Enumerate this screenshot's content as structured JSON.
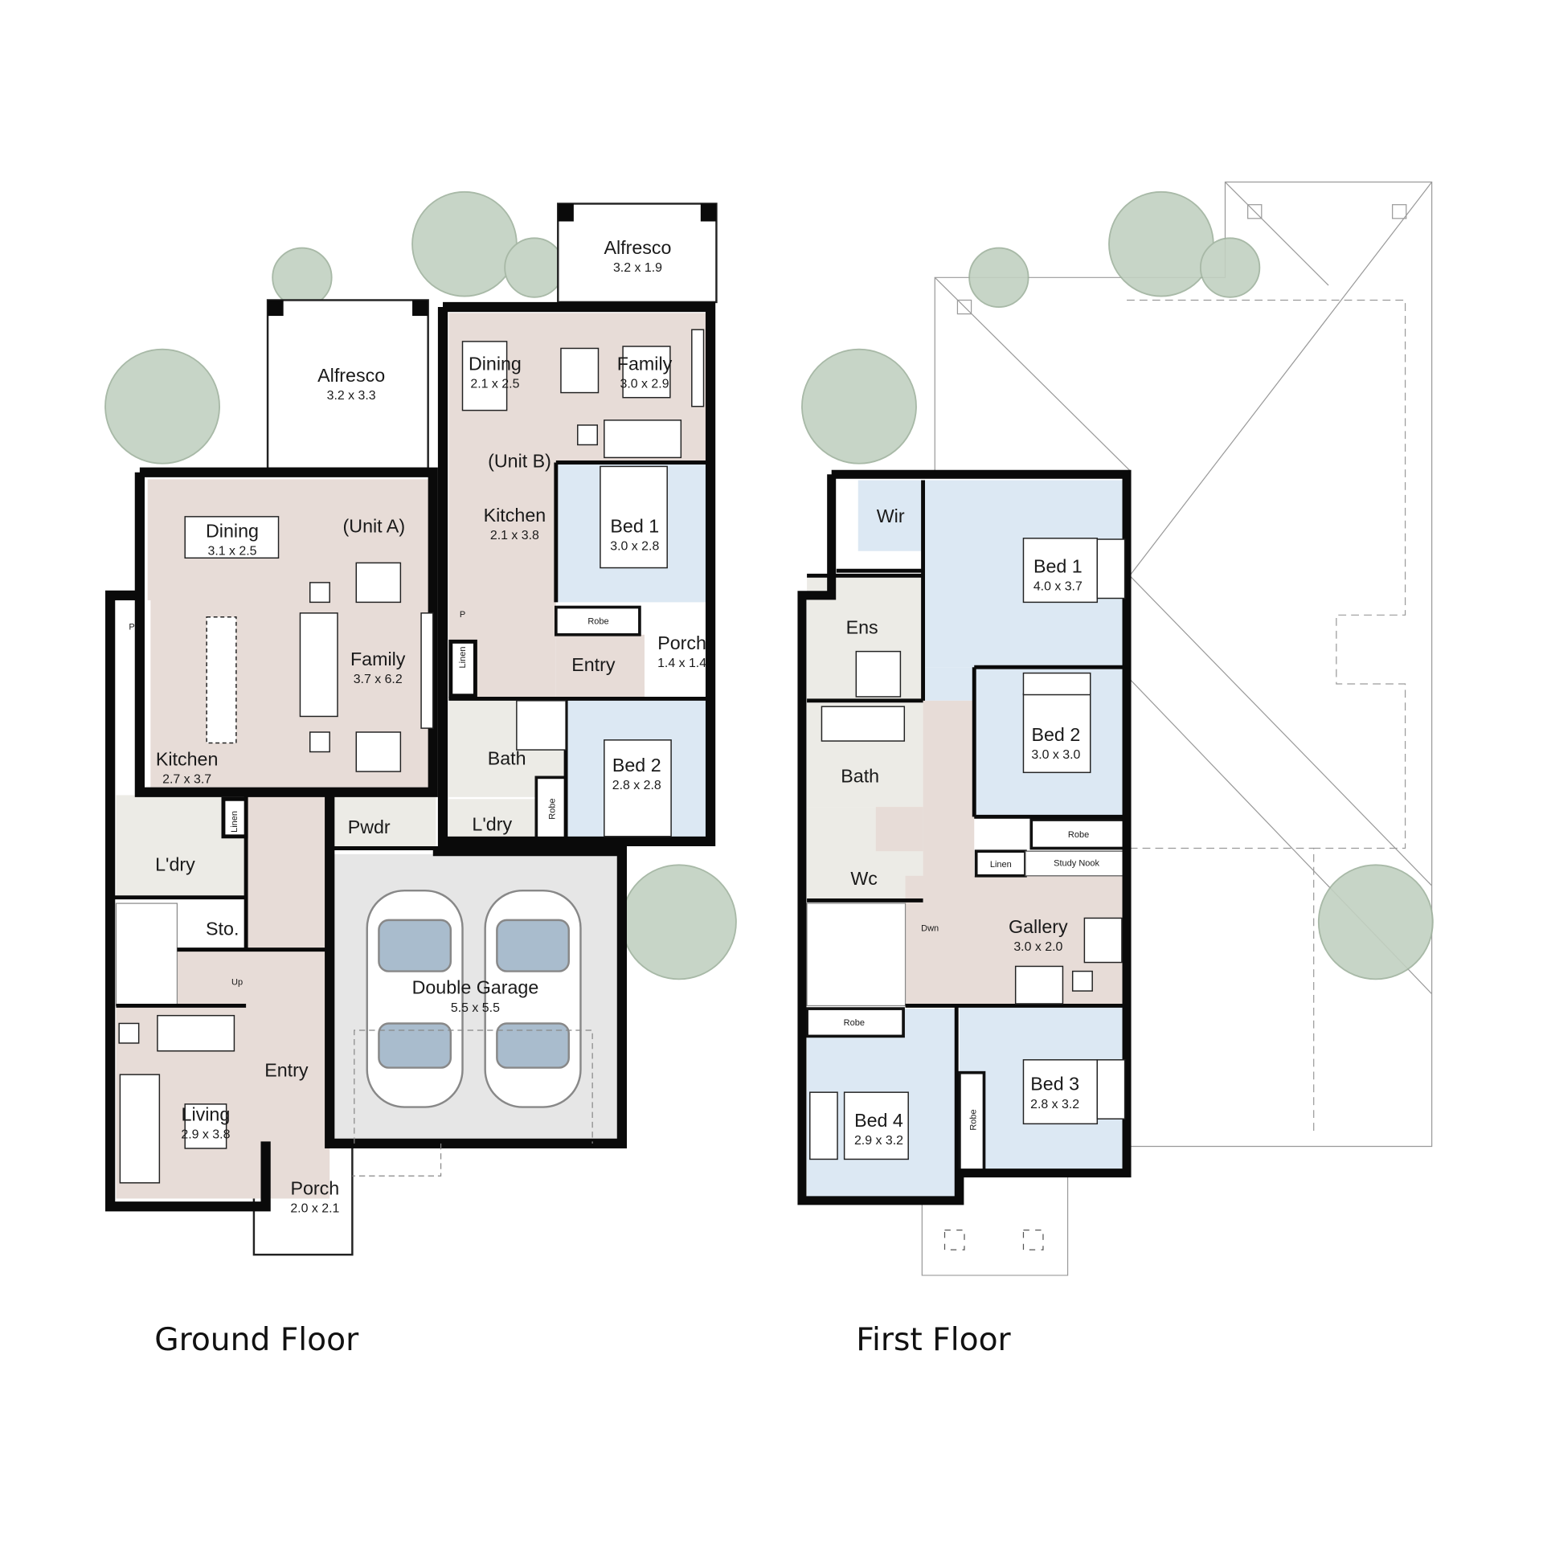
{
  "colors": {
    "living_fill": "#e7dcd7",
    "bedroom_fill": "#dce8f3",
    "wet_area_fill": "#ecebe6",
    "garage_fill": "#e6e6e6",
    "wall": "#0a0a0a",
    "tree": "#b7c8b6"
  },
  "ground_floor": {
    "title": "Ground Floor",
    "rooms": [
      {
        "name": "Alfresco",
        "size": "3.2 x 3.3"
      },
      {
        "name": "Alfresco",
        "size": "3.2 x 1.9"
      },
      {
        "name": "Dining",
        "size": "3.1 x 2.5"
      },
      {
        "name": "(Unit A)"
      },
      {
        "name": "Family",
        "size": "3.7 x 6.2"
      },
      {
        "name": "Kitchen",
        "size": "2.7 x 3.7"
      },
      {
        "name": "Dining",
        "size": "2.1 x 2.5"
      },
      {
        "name": "Family",
        "size": "3.0 x 2.9"
      },
      {
        "name": "(Unit B)"
      },
      {
        "name": "Kitchen",
        "size": "2.1 x 3.8"
      },
      {
        "name": "Bed 1",
        "size": "3.0 x 2.8"
      },
      {
        "name": "Porch",
        "size": "1.4 x 1.4"
      },
      {
        "name": "Entry"
      },
      {
        "name": "Bath"
      },
      {
        "name": "Bed 2",
        "size": "2.8 x 2.8"
      },
      {
        "name": "L'dry"
      },
      {
        "name": "Pwdr"
      },
      {
        "name": "L'dry"
      },
      {
        "name": "Sto."
      },
      {
        "name": "Double Garage",
        "size": "5.5 x 5.5"
      },
      {
        "name": "Entry"
      },
      {
        "name": "Living",
        "size": "2.9 x 3.8"
      },
      {
        "name": "Porch",
        "size": "2.0 x 2.1"
      }
    ],
    "fixtures": [
      "Robe",
      "Robe",
      "Linen",
      "Linen",
      "P",
      "P",
      "Up"
    ]
  },
  "first_floor": {
    "title": "First Floor",
    "rooms": [
      {
        "name": "Wir"
      },
      {
        "name": "Bed 1",
        "size": "4.0 x 3.7"
      },
      {
        "name": "Ens"
      },
      {
        "name": "Bed 2",
        "size": "3.0 x 3.0"
      },
      {
        "name": "Bath"
      },
      {
        "name": "Wc"
      },
      {
        "name": "Gallery",
        "size": "3.0 x 2.0"
      },
      {
        "name": "Bed 3",
        "size": "2.8 x 3.2"
      },
      {
        "name": "Bed 4",
        "size": "2.9 x 3.2"
      }
    ],
    "fixtures": [
      "Robe",
      "Linen",
      "Study Nook",
      "Dwn",
      "Robe",
      "Robe"
    ]
  }
}
